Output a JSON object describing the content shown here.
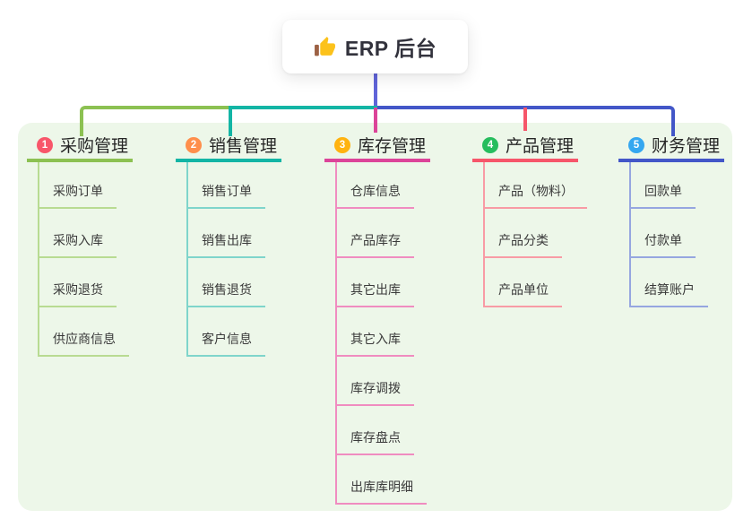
{
  "root": {
    "label": "ERP 后台",
    "icon": "thumbs-up-icon"
  },
  "canvas": {
    "panel_bg": "#edf7e9",
    "root_stem_color": "#6064d9"
  },
  "branches": [
    {
      "number": "1",
      "name": "采购管理",
      "badge_color": "#f8566a",
      "line_color": "#8cc152",
      "light_color": "#b8db92",
      "children": [
        "采购订单",
        "采购入库",
        "采购退货",
        "供应商信息"
      ]
    },
    {
      "number": "2",
      "name": "销售管理",
      "badge_color": "#ff8f4c",
      "line_color": "#13b5a5",
      "light_color": "#7fd5cb",
      "children": [
        "销售订单",
        "销售出库",
        "销售退货",
        "客户信息"
      ]
    },
    {
      "number": "3",
      "name": "库存管理",
      "badge_color": "#ffb310",
      "line_color": "#dc4499",
      "light_color": "#f08cc0",
      "children": [
        "仓库信息",
        "产品库存",
        "其它出库",
        "其它入库",
        "库存调拨",
        "库存盘点",
        "出库库明细"
      ]
    },
    {
      "number": "4",
      "name": "产品管理",
      "badge_color": "#27bd5e",
      "line_color": "#f6566a",
      "light_color": "#f89ba5",
      "children": [
        "产品（物料）",
        "产品分类",
        "产品单位"
      ]
    },
    {
      "number": "5",
      "name": "财务管理",
      "badge_color": "#35a7f0",
      "line_color": "#4357c8",
      "light_color": "#96a6e0",
      "children": [
        "回款单",
        "付款单",
        "结算账户"
      ]
    }
  ]
}
